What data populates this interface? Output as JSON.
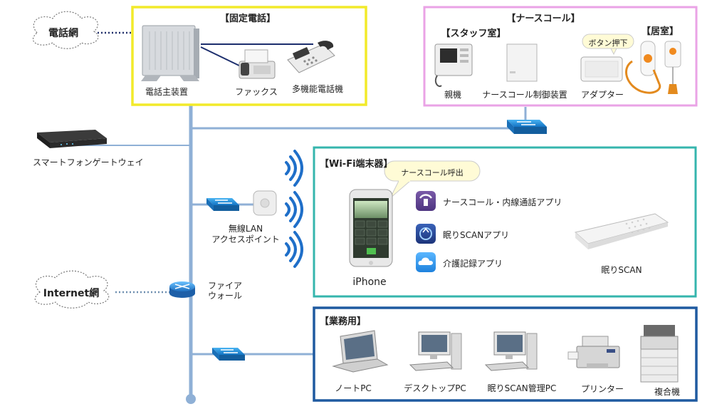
{
  "clouds": {
    "phone_network": "電話網",
    "internet": "Internet網"
  },
  "fixed_phone": {
    "title": "【固定電話】",
    "main_unit": "電話主装置",
    "fax": "ファックス",
    "multi_phone": "多機能電話機"
  },
  "nurse_call": {
    "title": "【ナースコール】",
    "staff_room": "【スタッフ室】",
    "room": "【居室】",
    "button_bubble": "ボタン押下",
    "master": "親機",
    "controller": "ナースコール制御装置",
    "adapter": "アダプター"
  },
  "network": {
    "smartphone_gateway": "スマートフォンゲートウェイ",
    "wlan_ap_line1": "無線LAN",
    "wlan_ap_line2": "アクセスポイント",
    "firewall_line1": "ファイア",
    "firewall_line2": "ウォール"
  },
  "wifi": {
    "title": "【Wi-Fi端末器】",
    "bubble": "ナースコール呼出",
    "iphone": "iPhone",
    "app1": "ナースコール・内線通話アプリ",
    "app2": "眠りSCANアプリ",
    "app3": "介護記録アプリ",
    "sensor": "眠りSCAN"
  },
  "business": {
    "title": "【業務用】",
    "notebook": "ノートPC",
    "desktop": "デスクトップPC",
    "manager_pc": "眠りSCAN管理PC",
    "printer": "プリンター",
    "mfp": "複合機"
  },
  "colors": {
    "backbone": "#8fb0d6",
    "fixed_border": "#f2ea2a",
    "nurse_border": "#eaa3e6",
    "wifi_border": "#35b5ad",
    "business_border": "#1f5aa0",
    "wifi_wave": "#1f6fc9",
    "switch": "#2a8fd6"
  }
}
